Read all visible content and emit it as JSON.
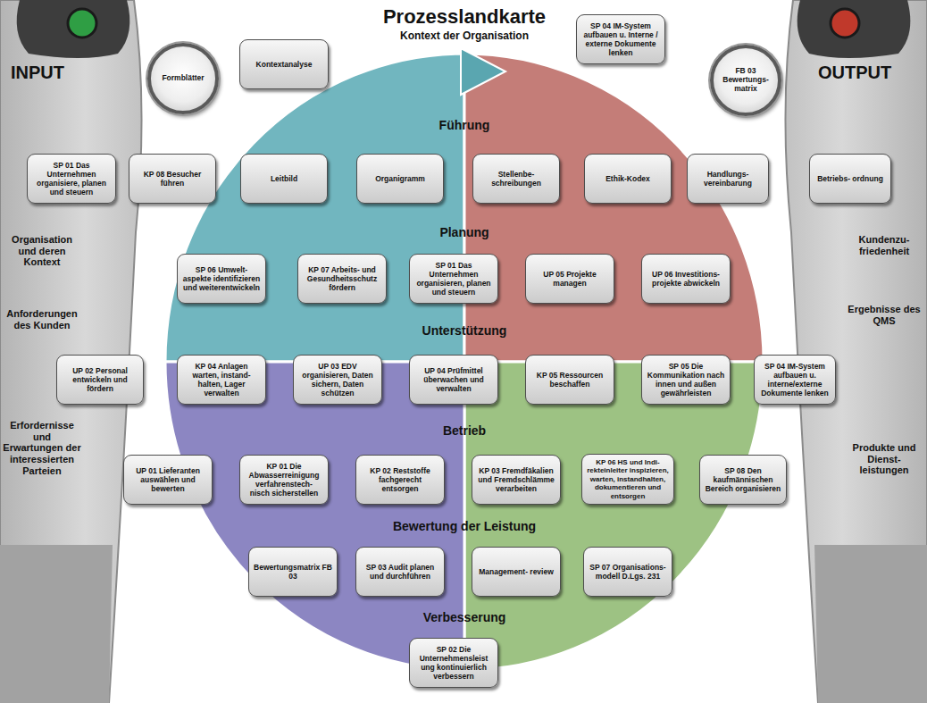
{
  "diagram": {
    "title": "Prozesslandkarte",
    "nodes": [
      {
        "text": [
          "Formblätter"
        ]
      },
      {
        "text": [
          "Kontextanalyse"
        ]
      },
      {
        "text": [
          "SP 04 IM-System aufbauen u. Interne / externe Dokumente lenken"
        ]
      },
      {
        "text": [
          "FB 03 Bewertungs- matrix"
        ]
      },
      {
        "text": [
          "SP 01 Das Unternehmen organisiere, planen und steuern"
        ]
      },
      {
        "text": [
          "KP 08 Besucher führen"
        ]
      },
      {
        "text": [
          "Leitbild"
        ]
      },
      {
        "text": [
          "Organigramm"
        ]
      },
      {
        "text": [
          "Stellenbe- schreibungen"
        ]
      },
      {
        "text": [
          "Ethik-Kodex"
        ]
      },
      {
        "text": [
          "Handlungs- vereinbarung"
        ]
      },
      {
        "text": [
          "Betriebs- ordnung"
        ]
      },
      {
        "text": [
          "SP 06 Umwelt- aspekte identifizieren und weiterentwickeln"
        ]
      },
      {
        "text": [
          "KP 07 Arbeits- und Gesundheitsschutz fördern"
        ]
      },
      {
        "text": [
          "SP 01 Das Unternehmen organisieren, planen und steuern"
        ]
      },
      {
        "text": [
          "UP 05 Projekte managen"
        ]
      },
      {
        "text": [
          "UP 06 Investitions- projekte abwickeln"
        ]
      },
      {
        "text": [
          "UP 02 Personal entwickeln und fördern"
        ]
      },
      {
        "text": [
          "KP 04 Anlagen warten, instand- halten, Lager verwalten"
        ]
      },
      {
        "text": [
          "UP 03 EDV organisieren, Daten sichern, Daten schützen"
        ]
      },
      {
        "text": [
          "UP 04 Prüfmittel überwachen und verwalten"
        ]
      },
      {
        "text": [
          "KP 05 Ressourcen beschaffen"
        ]
      },
      {
        "text": [
          "SP 05 Die Kommunikation nach innen und außen gewährleisten"
        ]
      },
      {
        "text": [
          "SP 04 IM-System aufbauen u. interne/externe Dokumente lenken"
        ]
      },
      {
        "text": [
          "UP 01 Lieferanten auswählen und bewerten"
        ]
      },
      {
        "text": [
          "KP 01 Die Abwasserreinigung verfahrenstech- nisch sicherstellen"
        ]
      },
      {
        "text": [
          "KP 02 Reststoffe fachgerecht entsorgen"
        ]
      },
      {
        "text": [
          "KP 03 Fremdfäkalien und Fremdschlämme verarbeiten"
        ]
      },
      {
        "text": [
          "KP 06 HS und Indi- rekteinleiter inspizieren, warten, instandhalten, dokumentieren und entsorgen"
        ]
      },
      {
        "text": [
          "SP 08 Den kaufmännischen Bereich organisieren"
        ]
      },
      {
        "text": [
          "Bewertungsmatrix FB 03"
        ]
      },
      {
        "text": [
          "SP 03 Audit planen und durchführen"
        ]
      },
      {
        "text": [
          "Management- review"
        ]
      },
      {
        "text": [
          "SP 07 Organisations- modell D.Lgs. 231"
        ]
      },
      {
        "text": [
          "SP 02 Die Unternehmensleist ung kontinuierlich verbessern"
        ]
      }
    ],
    "labels": [
      "Kontext der Organisation",
      "INPUT",
      "OUTPUT",
      "Führung",
      "Planung",
      "Unterstützung",
      "Betrieb",
      "Bewertung der Leistung",
      "Verbesserung",
      "Organisation und deren Kontext",
      "Anforderungen des Kunden",
      "Erfordernisse und Erwartungen der interessierten Parteien",
      "Kundenzu- friedenheit",
      "Ergebnisse des QMS",
      "Produkte und Dienst- leistungen"
    ]
  }
}
